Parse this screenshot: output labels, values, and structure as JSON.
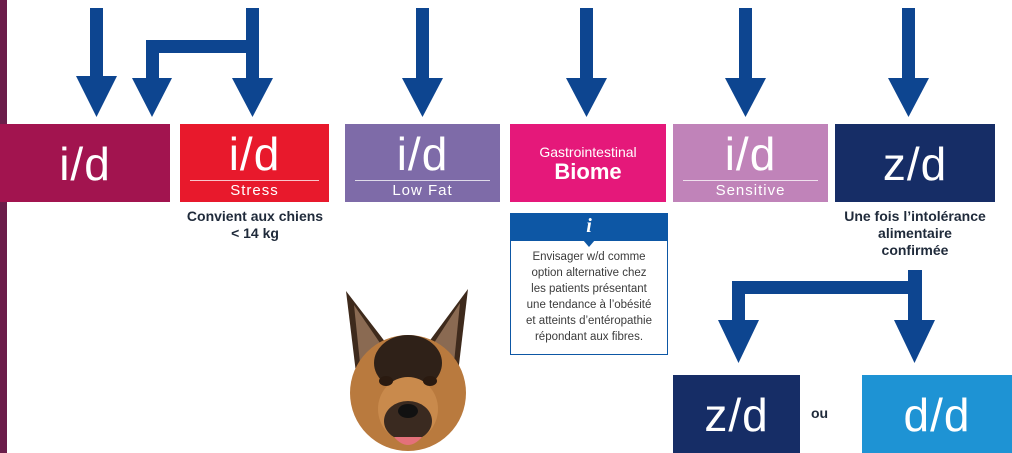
{
  "colors": {
    "arrow": "#0d4590",
    "id_magenta": "#a2144f",
    "id_stress": "#e8192c",
    "id_lowfat": "#7e6ba8",
    "biome": "#e5187a",
    "id_sensitive": "#c083b9",
    "zd": "#162d66",
    "dd": "#1e93d4",
    "info": "#0d57a5"
  },
  "products": {
    "id": {
      "label": "i/d"
    },
    "id_stress": {
      "label": "i/d",
      "sub": "Stress"
    },
    "id_lowfat": {
      "label": "i/d",
      "sub": "Low Fat"
    },
    "biome": {
      "line1": "Gastrointestinal",
      "line2": "Biome"
    },
    "id_sensitive": {
      "label": "i/d",
      "sub": "Sensitive"
    },
    "zd": {
      "label": "z/d"
    },
    "zd_bottom": {
      "label": "z/d"
    },
    "dd_bottom": {
      "label": "d/d"
    }
  },
  "captions": {
    "stress_line1": "Convient aux chiens",
    "stress_line2": "< 14 kg",
    "zd_line1": "Une fois l’intolérance",
    "zd_line2": "alimentaire",
    "zd_line3": "confirmée"
  },
  "info": {
    "icon": "i",
    "lines": [
      "Envisager w/d comme",
      "option alternative chez",
      "les patients présentant",
      "une tendance à l’obésité",
      "et atteints d’entéropathie",
      "répondant aux fibres."
    ]
  },
  "ou": "ou",
  "image": {
    "subject": "dog-photo"
  }
}
